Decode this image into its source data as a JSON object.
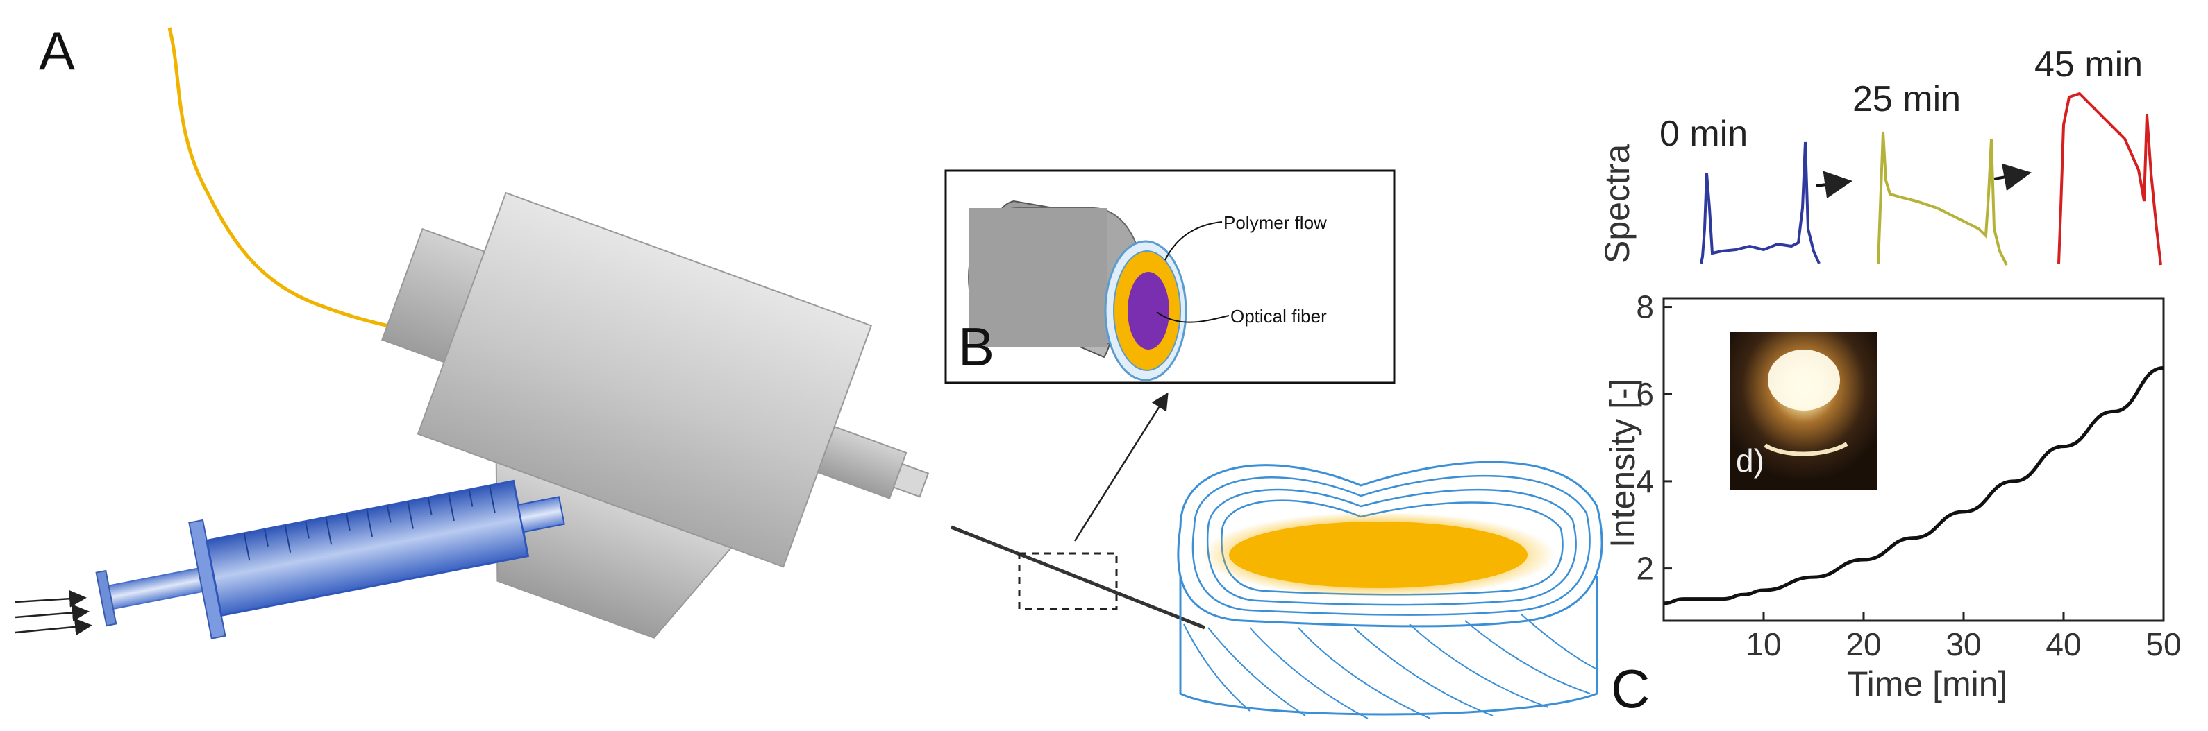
{
  "panels": {
    "a": {
      "letter": "A"
    },
    "b": {
      "letter": "B",
      "labels": [
        "Polymer flow",
        "Optical fiber"
      ]
    },
    "c": {
      "letter": "C"
    }
  },
  "spectra": {
    "row_label": "Spectra",
    "times": [
      "0 min",
      "25 min",
      "45 min"
    ],
    "colors": [
      "#2f3a9e",
      "#b5b23a",
      "#d42020"
    ]
  },
  "inset_photo": {
    "label": "d)"
  },
  "colors": {
    "syringe_blue": "#4a6fc8",
    "fiber_yellow": "#f0b400",
    "polymer_orange": "#f7b500",
    "fiber_purple": "#7a2fb0",
    "device_grey": "#cfcfcf",
    "coil_blue": "#3b8fd6"
  },
  "chart_data": {
    "type": "line",
    "title": "",
    "xlabel": "Time [min]",
    "ylabel": "Intensity [-]",
    "xlim": [
      0,
      50
    ],
    "ylim": [
      0.8,
      8.2
    ],
    "xticks": [
      10,
      20,
      30,
      40,
      50
    ],
    "yticks": [
      2,
      4,
      6,
      8
    ],
    "grid": false,
    "series": [
      {
        "x": [
          0,
          2,
          4,
          6,
          8,
          10,
          15,
          20,
          25,
          30,
          35,
          40,
          45,
          50
        ],
        "y": [
          1.2,
          1.3,
          1.3,
          1.3,
          1.4,
          1.5,
          1.8,
          2.2,
          2.7,
          3.3,
          4.0,
          4.8,
          5.6,
          6.6
        ]
      }
    ]
  }
}
